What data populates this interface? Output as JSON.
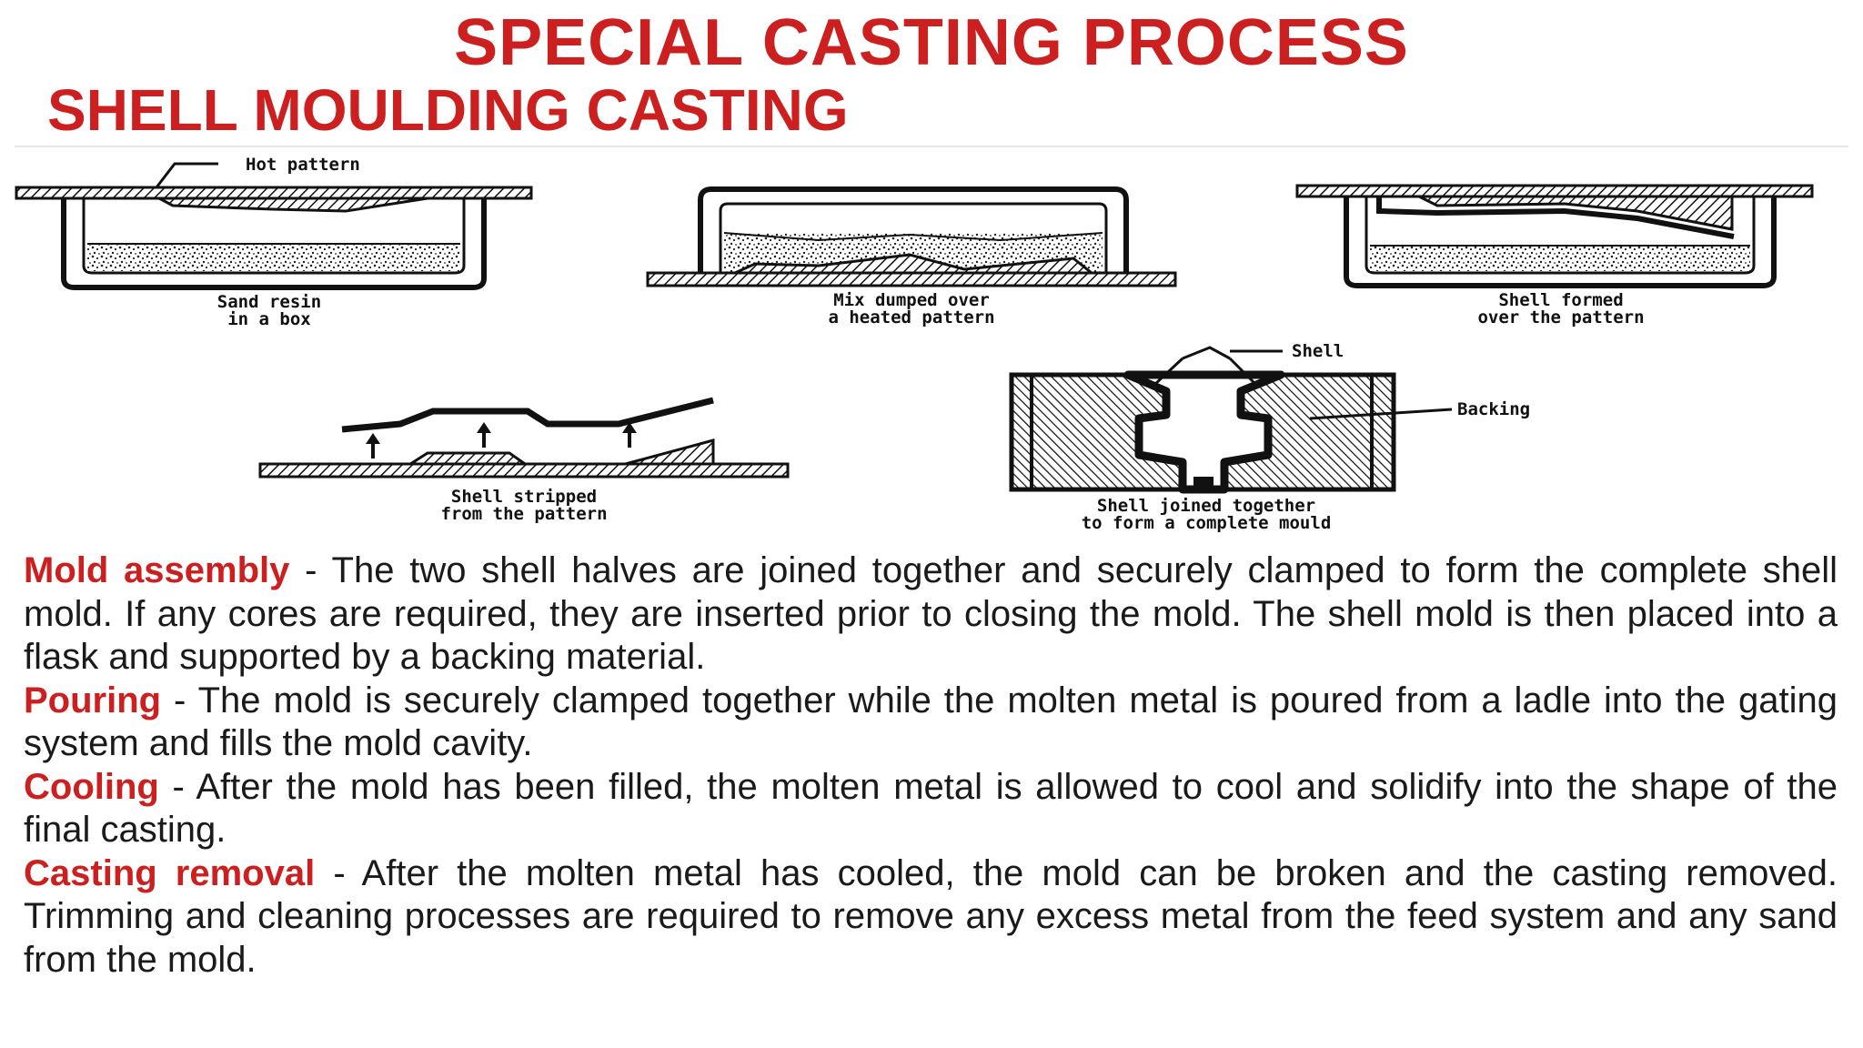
{
  "title": "SPECIAL CASTING PROCESS",
  "subtitle": "SHELL MOULDING CASTING",
  "diagram": {
    "step1": {
      "callout": "Hot pattern",
      "caption": [
        "Sand resin",
        "in a box"
      ]
    },
    "step2": {
      "caption": [
        "Mix dumped over",
        "a heated pattern"
      ]
    },
    "step3": {
      "caption": [
        "Shell formed",
        "over the pattern"
      ]
    },
    "step4": {
      "caption": [
        "Shell stripped",
        "from the pattern"
      ]
    },
    "step5": {
      "callout_top": "Shell",
      "callout_side": "Backing",
      "caption": [
        "Shell joined together",
        "to form a complete mould"
      ]
    }
  },
  "steps": [
    {
      "term": "Mold assembly",
      "text": " - The two shell halves are joined together and securely clamped to form the complete shell mold. If any cores are required, they are inserted prior to closing the mold. The shell mold is then placed into a flask and supported by a backing material."
    },
    {
      "term": "Pouring",
      "text": " - The mold is securely clamped together while the molten metal is poured from a ladle into the gating system and fills the mold cavity."
    },
    {
      "term": "Cooling",
      "text": " - After the mold has been filled, the molten metal is allowed to cool and solidify into the shape of the final casting."
    },
    {
      "term": "Casting removal",
      "text": " - After the molten metal has cooled, the mold can be broken and the casting removed. Trimming and cleaning processes are required to remove any excess metal from the feed system and any sand from the mold."
    }
  ],
  "colors": {
    "accent": "#cc1f1f",
    "body_text": "#1a1a1a",
    "line_art": "#111111"
  }
}
